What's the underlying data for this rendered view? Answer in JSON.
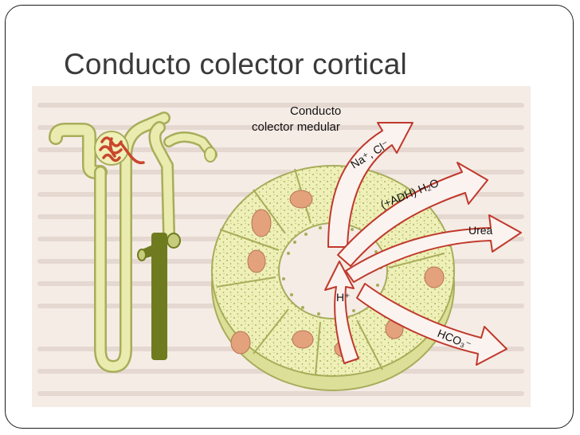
{
  "slide": {
    "title": "Conducto colector cortical"
  },
  "figure": {
    "label_conducto": "Conducto",
    "label_colector_medular": "colector medular",
    "arrow_na_cl": "Na⁺, Cl⁻",
    "arrow_adh_h2o": "(+ADH) H₂O",
    "arrow_urea": "Urea",
    "arrow_h": "H⁺",
    "arrow_hco3": "HCO₃⁻"
  },
  "colors": {
    "page_background": "#ffffff",
    "figure_background": "#f5ece6",
    "tubule": "#e9ecae",
    "tubule_outline": "#a8ad5a",
    "collecting_duct": "#6f7b1f",
    "glomerulus": "#c9462c",
    "cell_fill": "#eef0b8",
    "nucleus": "#e3a27c",
    "arrow_fill": "#fbf3f0",
    "arrow_outline": "#c0392b"
  }
}
